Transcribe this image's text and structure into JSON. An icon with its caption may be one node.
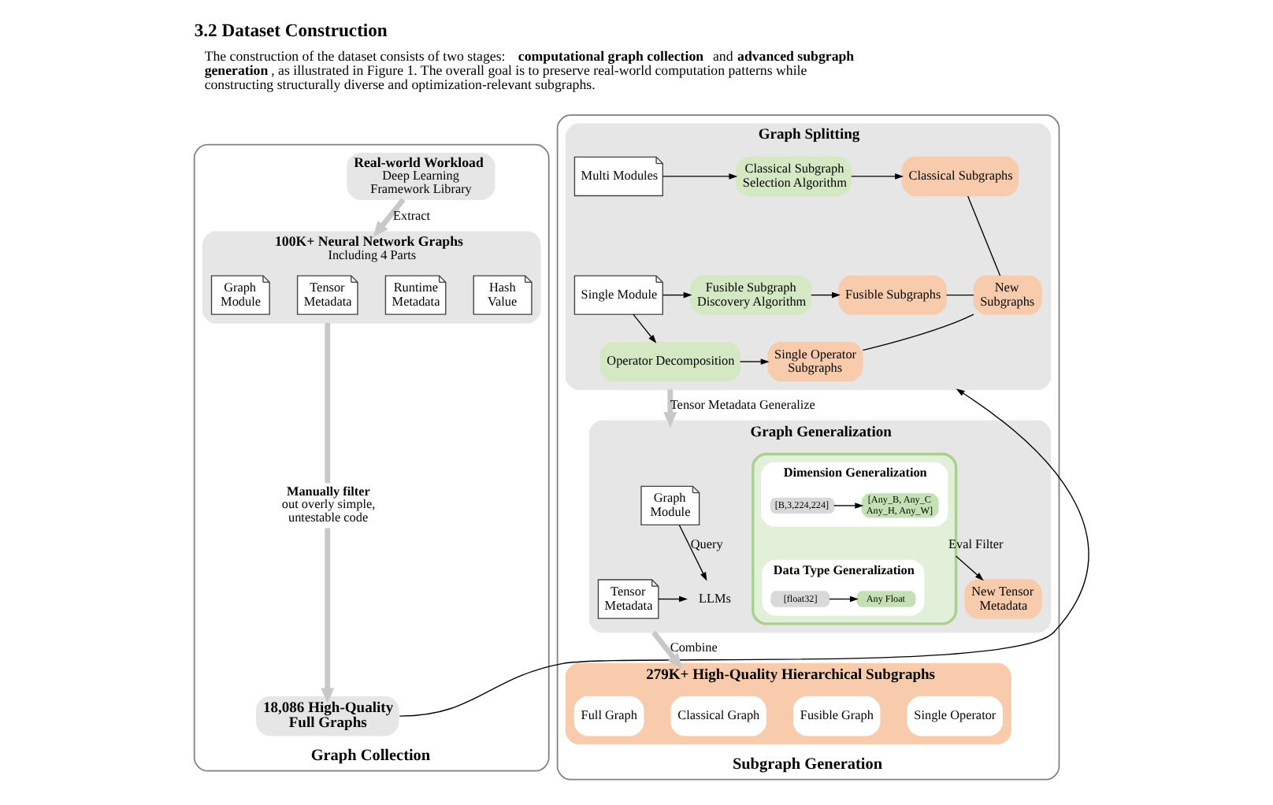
{
  "diagram": {
    "title": "3.2 Dataset Construction",
    "nodes": [
      {
        "text": [
          "Graph Collection"
        ]
      },
      {
        "text": [
          "Real-world Workload",
          "Deep Learning Framework Library"
        ],
        "in": 0
      },
      {
        "text": [
          "100K+ Neural Network Graphs",
          "Including 4 Parts"
        ],
        "in": 0
      },
      {
        "text": [
          "Graph Module"
        ],
        "in": 2
      },
      {
        "text": [
          "Tensor Metadata"
        ],
        "in": 2
      },
      {
        "text": [
          "Runtime Metadata"
        ],
        "in": 2
      },
      {
        "text": [
          "Hash Value"
        ],
        "in": 2
      },
      {
        "text": [
          "**Manually filter** out overly simple, untestable code"
        ],
        "in": 0
      },
      {
        "text": [
          "18,086 High-Quality Full Graphs"
        ],
        "in": 0
      },
      {
        "text": [
          "Subgraph Generation"
        ]
      },
      {
        "text": [
          "Graph Splitting"
        ],
        "in": 9
      },
      {
        "text": [
          "Multi Modules"
        ],
        "in": 10
      },
      {
        "text": [
          "Single Module"
        ],
        "in": 10
      },
      {
        "text": [
          "Classical Subgraph Selection Algorithm"
        ],
        "in": 10
      },
      {
        "text": [
          "Fusible Subgraph Discovery Algorithm"
        ],
        "in": 10
      },
      {
        "text": [
          "Operator Decomposition"
        ],
        "in": 10
      },
      {
        "text": [
          "Classical Subgraphs"
        ],
        "in": 10
      },
      {
        "text": [
          "Fusible Subgraphs"
        ],
        "in": 10
      },
      {
        "text": [
          "Single Operator Subgraphs"
        ],
        "in": 10
      },
      {
        "text": [
          "New Subgraphs"
        ],
        "in": 10
      },
      {
        "text": [
          "Graph Generalization"
        ],
        "in": 9
      },
      {
        "text": [
          "Graph Module"
        ],
        "in": 20
      },
      {
        "text": [
          "Tensor Metadata"
        ],
        "in": 20
      },
      {
        "text": [
          "LLMs"
        ],
        "in": 20
      },
      {
        "text": [],
        "shape": "box",
        "in": 20
      },
      {
        "text": [
          "Dimension Generalization"
        ],
        "in": 24
      },
      {
        "text": [
          "[B,3,224,224]"
        ],
        "in": 25
      },
      {
        "text": [
          "[Any_B, Any_C Any_H, Any_W]"
        ],
        "in": 25
      },
      {
        "text": [
          "Data Type Generalization"
        ],
        "in": 24
      },
      {
        "text": [
          "[float32]"
        ],
        "in": 28
      },
      {
        "text": [
          "Any Float"
        ],
        "in": 28
      },
      {
        "text": [
          "New Tensor Metadata"
        ],
        "in": 20
      },
      {
        "text": [
          "279K+ High-Quality Hierarchical Subgraphs"
        ],
        "in": 9
      },
      {
        "text": [
          "Full Graph"
        ],
        "in": 32
      },
      {
        "text": [
          "Classical Graph"
        ],
        "in": 32
      },
      {
        "text": [
          "Fusible Graph"
        ],
        "in": 32
      },
      {
        "text": [
          "Single Operator"
        ],
        "in": 32
      }
    ],
    "edges": [
      {
        "from": 1,
        "to": 2,
        "arrow": "to",
        "label": "Extract",
        "style": "thick",
        "color": "#c8c8c8"
      },
      {
        "from": 2,
        "to": 7,
        "arrow": "none",
        "style": "thick",
        "color": "#c8c8c8"
      },
      {
        "from": 7,
        "to": 8,
        "arrow": "to",
        "style": "thick",
        "color": "#c8c8c8"
      },
      {
        "from": 8,
        "to": 10,
        "arrow": "to"
      },
      {
        "from": 11,
        "to": 13,
        "arrow": "to"
      },
      {
        "from": 12,
        "to": 14,
        "arrow": "to"
      },
      {
        "from": 12,
        "to": 15,
        "arrow": "to"
      },
      {
        "from": 13,
        "to": 16,
        "arrow": "to"
      },
      {
        "from": 14,
        "to": 17,
        "arrow": "to"
      },
      {
        "from": 15,
        "to": 18,
        "arrow": "to"
      },
      {
        "from": 16,
        "to": 19,
        "arrow": "none"
      },
      {
        "from": 17,
        "to": 19,
        "arrow": "none"
      },
      {
        "from": 18,
        "to": 19,
        "arrow": "none"
      },
      {
        "from": 10,
        "to": 20,
        "arrow": "to",
        "label": "Tensor Metadata Generalize",
        "style": "thick",
        "color": "#c8c8c8"
      },
      {
        "from": 21,
        "to": 23,
        "arrow": "to",
        "label": "Query"
      },
      {
        "from": 22,
        "to": 23,
        "arrow": "to"
      },
      {
        "from": 26,
        "to": 27,
        "arrow": "to"
      },
      {
        "from": 29,
        "to": 30,
        "arrow": "to"
      },
      {
        "from": 24,
        "to": 31,
        "arrow": "to",
        "label": "Eval Filter"
      },
      {
        "from": 20,
        "to": 32,
        "arrow": "to",
        "label": "Combine",
        "style": "thick",
        "color": "#c8c8c8"
      }
    ],
    "labels": [
      "The construction of the dataset consists of two stages: **computational graph collection** and **advanced subgraph generation**, as illustrated in Figure 1. The overall goal is to preserve real-world computation patterns while constructing structurally diverse and optimization-relevant subgraphs."
    ]
  }
}
